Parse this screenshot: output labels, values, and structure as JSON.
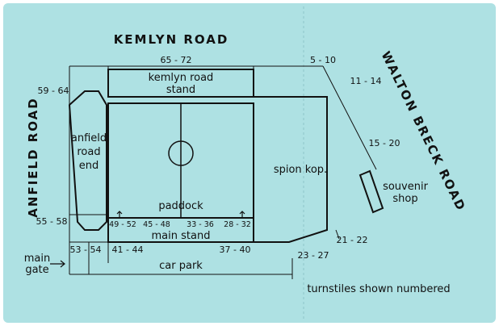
{
  "roads": {
    "north": "KEMLYN ROAD",
    "west": "ANFIELD ROAD",
    "east": "WALTON BRECK ROAD"
  },
  "areas": {
    "kemlyn_stand_line1": "kemlyn road",
    "kemlyn_stand_line2": "stand",
    "anfield_end_line1": "anfield",
    "anfield_end_line2": "road",
    "anfield_end_line3": "end",
    "spion_kop": "spion kop.",
    "paddock": "paddock",
    "main_stand": "main stand",
    "car_park": "car park",
    "souvenir_line1": "souvenir",
    "souvenir_line2": "shop",
    "main_gate_line1": "main",
    "main_gate_line2": "gate"
  },
  "turnstiles": {
    "t65_72": "65 - 72",
    "t5_10": "5 - 10",
    "t11_14": "11 - 14",
    "t15_20": "15 - 20",
    "t59_64": "59 - 64",
    "t55_58": "55 - 58",
    "t49_52": "49 - 52",
    "t45_48": "45 - 48",
    "t33_36": "33 - 36",
    "t28_32": "28 - 32",
    "t53_54": "53 - 54",
    "t41_44": "41 - 44",
    "t37_40": "37 - 40",
    "t21_22": "21 - 22",
    "t23_27": "23 - 27"
  },
  "footer_note": "turnstiles shown numbered",
  "colors": {
    "card": "#aee1e3",
    "ink": "#111111"
  }
}
